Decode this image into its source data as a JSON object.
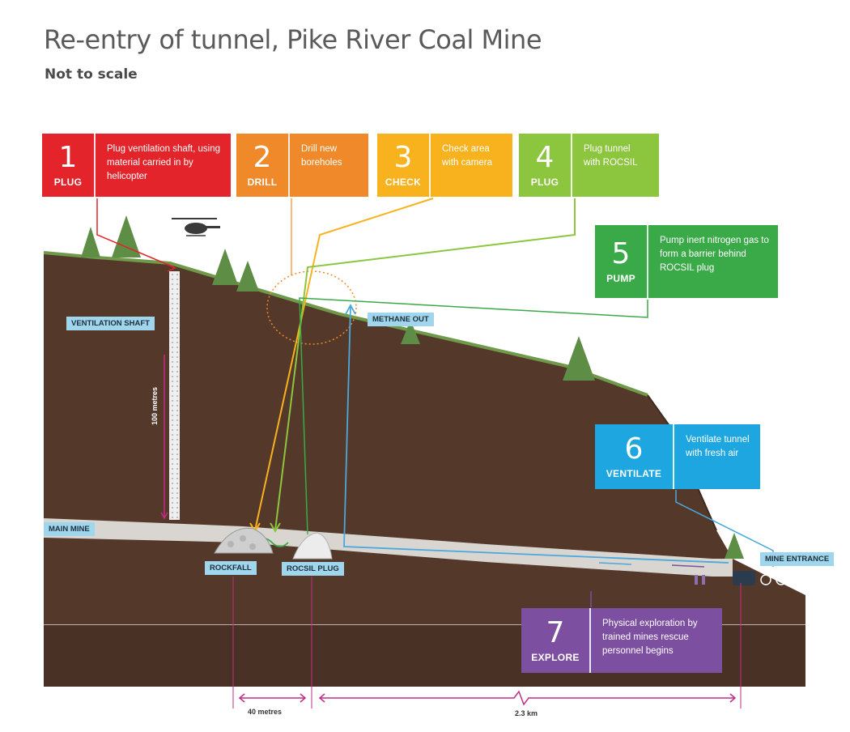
{
  "title": "Re-entry of tunnel, Pike River Coal Mine",
  "subtitle": "Not to scale",
  "steps": [
    {
      "num": "1",
      "word": "PLUG",
      "desc": "Plug ventilation shaft, using material carried in by helicopter",
      "color": "#e3242b"
    },
    {
      "num": "2",
      "word": "DRILL",
      "desc": "Drill new boreholes",
      "color": "#f0892a"
    },
    {
      "num": "3",
      "word": "CHECK",
      "desc": "Check area with camera",
      "color": "#f7b21e"
    },
    {
      "num": "4",
      "word": "PLUG",
      "desc": "Plug tunnel with ROCSIL",
      "color": "#8cc63e"
    },
    {
      "num": "5",
      "word": "PUMP",
      "desc": "Pump inert nitrogen gas to form a barrier behind ROCSIL plug",
      "color": "#3aaa49"
    },
    {
      "num": "6",
      "word": "VENTILATE",
      "desc": "Ventilate tunnel with fresh air",
      "color": "#1ea6e0"
    },
    {
      "num": "7",
      "word": "EXPLORE",
      "desc": "Physical exploration by trained mines rescue personnel begins",
      "color": "#7d4fa0"
    }
  ],
  "labels": {
    "ventilation_shaft": "VENTILATION SHAFT",
    "methane_out": "METHANE OUT",
    "main_mine": "MAIN MINE",
    "rockfall": "ROCKFALL",
    "rocsil_plug": "ROCSIL PLUG",
    "mine_entrance": "MINE ENTRANCE"
  },
  "dimensions": {
    "shaft_depth": "100 metres",
    "rockfall_to_plug": "40 metres",
    "plug_to_entrance": "2.3 km"
  },
  "colors": {
    "earth": "#54392a",
    "ground_grass": "#6f9a4a",
    "tunnel": "#d9d6d2",
    "magenta_dim": "#c12d85"
  }
}
